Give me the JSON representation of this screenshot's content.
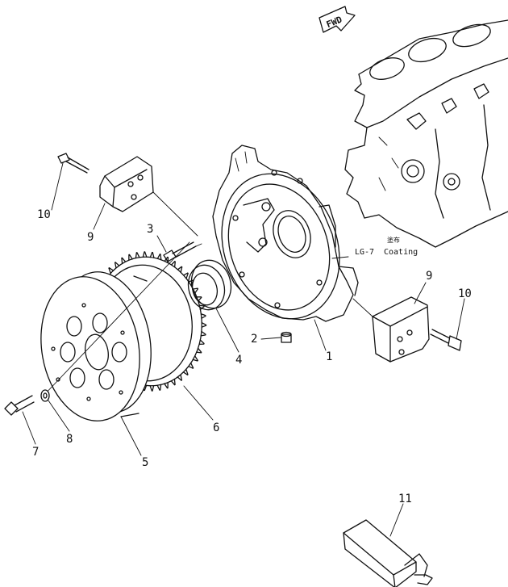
{
  "direction_label": "FWD",
  "coating_note": {
    "code": "LG-7",
    "japanese": "塗布",
    "english": "Coating"
  },
  "callouts": [
    {
      "id": "c1",
      "label": "1"
    },
    {
      "id": "c2",
      "label": "2"
    },
    {
      "id": "c3",
      "label": "3"
    },
    {
      "id": "c4",
      "label": "4"
    },
    {
      "id": "c5",
      "label": "5"
    },
    {
      "id": "c6",
      "label": "6"
    },
    {
      "id": "c7",
      "label": "7"
    },
    {
      "id": "c8",
      "label": "8"
    },
    {
      "id": "c9a",
      "label": "9"
    },
    {
      "id": "c9b",
      "label": "9"
    },
    {
      "id": "c10a",
      "label": "10"
    },
    {
      "id": "c10b",
      "label": "10"
    },
    {
      "id": "c11",
      "label": "11"
    }
  ]
}
